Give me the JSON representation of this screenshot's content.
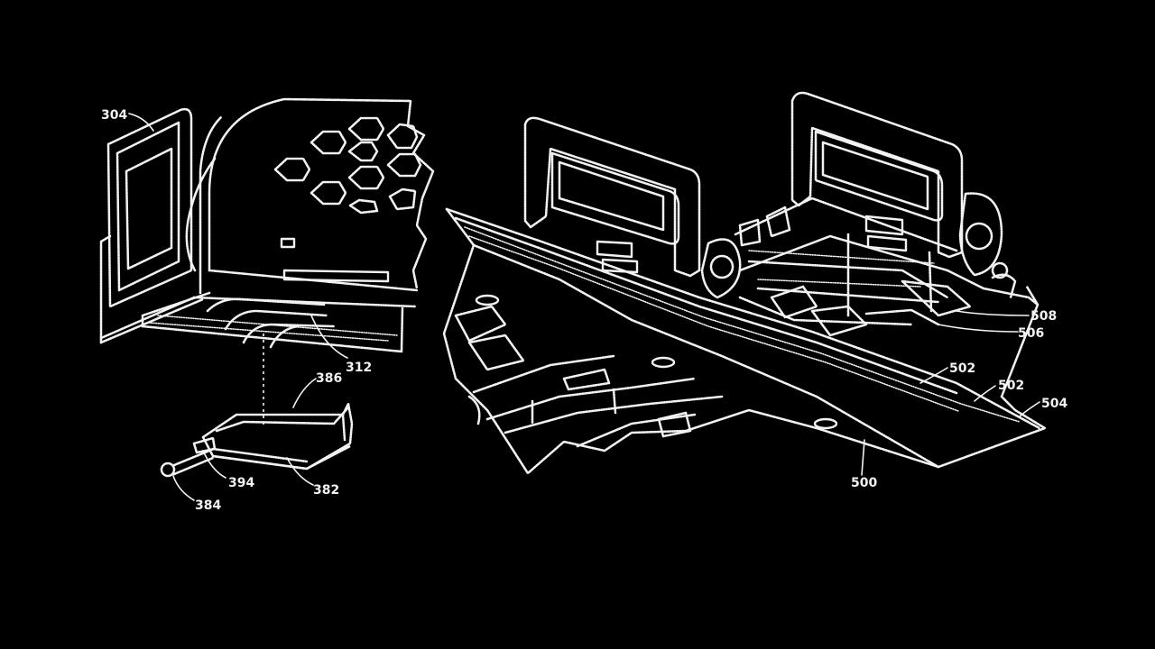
{
  "figure": {
    "background_color": "#000000",
    "line_color": "#f2f2f2",
    "labels": {
      "l304": "304",
      "l312": "312",
      "l386": "386",
      "l394": "394",
      "l384": "384",
      "l382": "382",
      "l506": "506",
      "l508": "508",
      "l502a": "502",
      "l502b": "502",
      "l504": "504",
      "l500": "500"
    }
  }
}
